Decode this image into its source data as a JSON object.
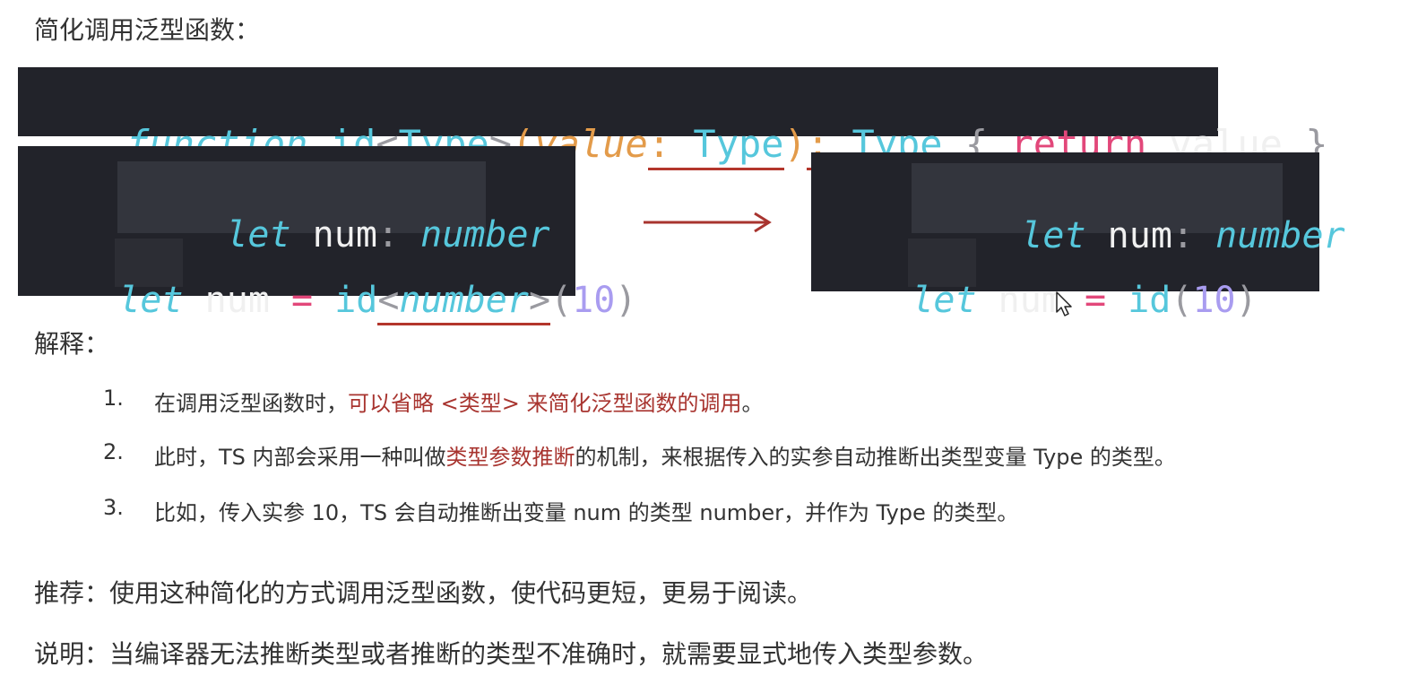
{
  "title": "简化调用泛型函数：",
  "code_top": {
    "kw_function": "function",
    "fn_name": "id",
    "lt": "<",
    "type_param": "Type",
    "gt": ">",
    "lparen": "(",
    "param": "value",
    "colon1": ":",
    "param_type": "Type",
    "rparen": ")",
    "colon2": ":",
    "ret_type": "Type",
    "lbrace": "{",
    "kw_return": "return",
    "ret_val": "value",
    "rbrace": "}"
  },
  "code_left": {
    "hint_let": "let",
    "hint_var": "num",
    "hint_colon": ":",
    "hint_type": "number",
    "kw_let": "let",
    "var": "num",
    "eq": "=",
    "fn": "id",
    "lt": "<",
    "type_arg": "number",
    "gt": ">",
    "lparen": "(",
    "arg": "10",
    "rparen": ")"
  },
  "code_right": {
    "hint_let": "let",
    "hint_var": "num",
    "hint_colon": ":",
    "hint_type": "number",
    "kw_let": "let",
    "var": "num",
    "eq": "=",
    "fn": "id",
    "lparen": "(",
    "arg": "10",
    "rparen": ")"
  },
  "explain_label": "解释：",
  "items": [
    {
      "num": "1.",
      "pre": "在调用泛型函数时，",
      "hl": "可以省略 <类型> 来简化泛型函数的调用",
      "post": "。"
    },
    {
      "num": "2.",
      "pre": "此时，TS 内部会采用一种叫做",
      "hl": "类型参数推断",
      "post": "的机制，来根据传入的实参自动推断出类型变量 Type 的类型。"
    },
    {
      "num": "3.",
      "pre": "比如，传入实参 10，TS 会自动推断出变量 num 的类型 number，并作为 Type 的类型。",
      "hl": "",
      "post": ""
    }
  ],
  "recommend": "推荐：使用这种简化的方式调用泛型函数，使代码更短，更易于阅读。",
  "note": "说明：当编译器无法推断类型或者推断的类型不准确时，就需要显式地传入类型参数。",
  "colors": {
    "keyword": "#56c7dc",
    "name": "#f0f0f0",
    "punct": "#9a9aa0",
    "param": "#e39b4a",
    "return": "#e2477a",
    "number": "#a99cf0",
    "highlight": "#a8342f",
    "underline": "#b3362c",
    "arrow": "#a8342f"
  }
}
